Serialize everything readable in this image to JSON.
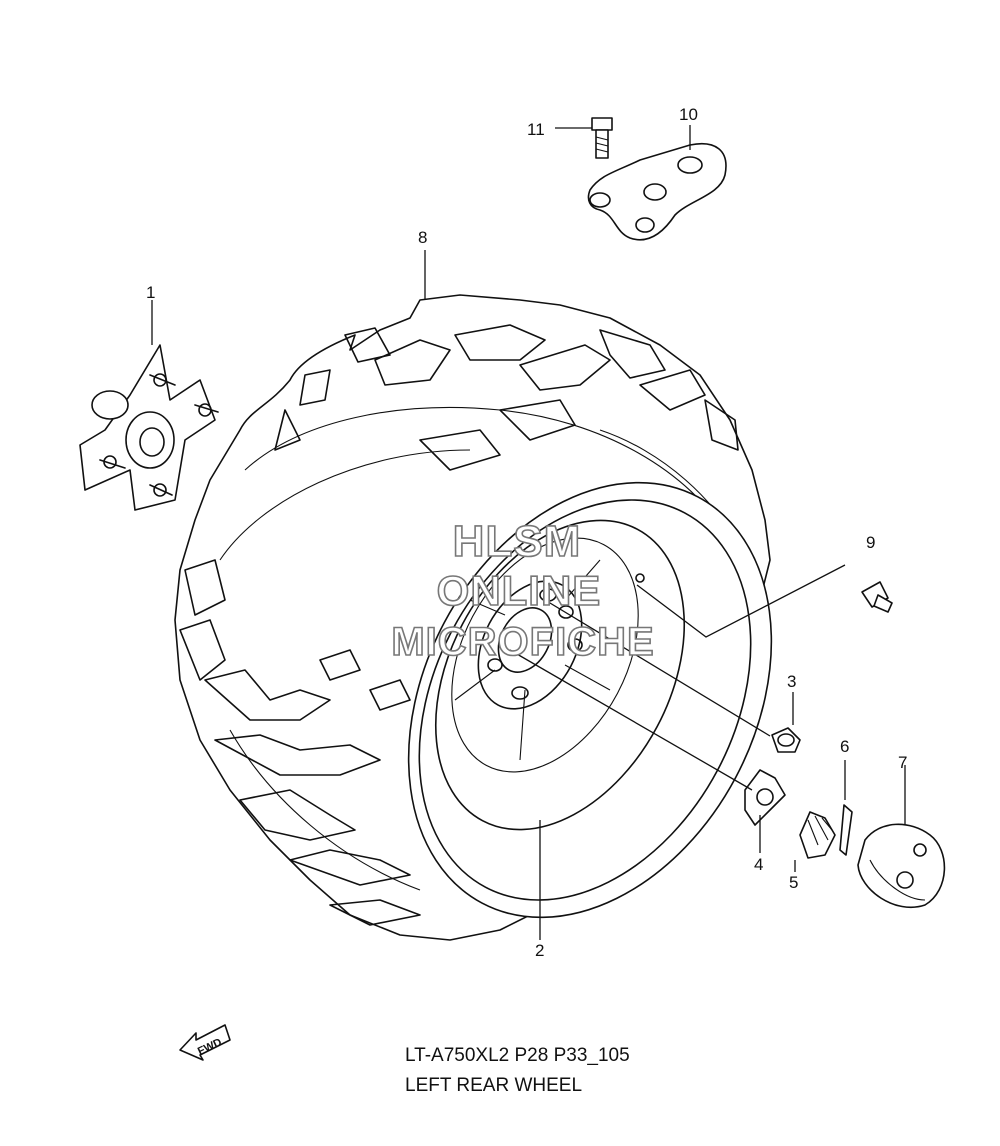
{
  "diagram": {
    "callouts": [
      "1",
      "2",
      "3",
      "4",
      "5",
      "6",
      "7",
      "8",
      "9",
      "10",
      "11"
    ],
    "fwd_label": "FWD",
    "watermark": {
      "line1": "HLSM",
      "line2": "ONLINE",
      "line3": "MICROFICHE"
    }
  },
  "caption": {
    "code": "LT-A750XL2 P28 P33_105",
    "title": "LEFT REAR WHEEL"
  }
}
